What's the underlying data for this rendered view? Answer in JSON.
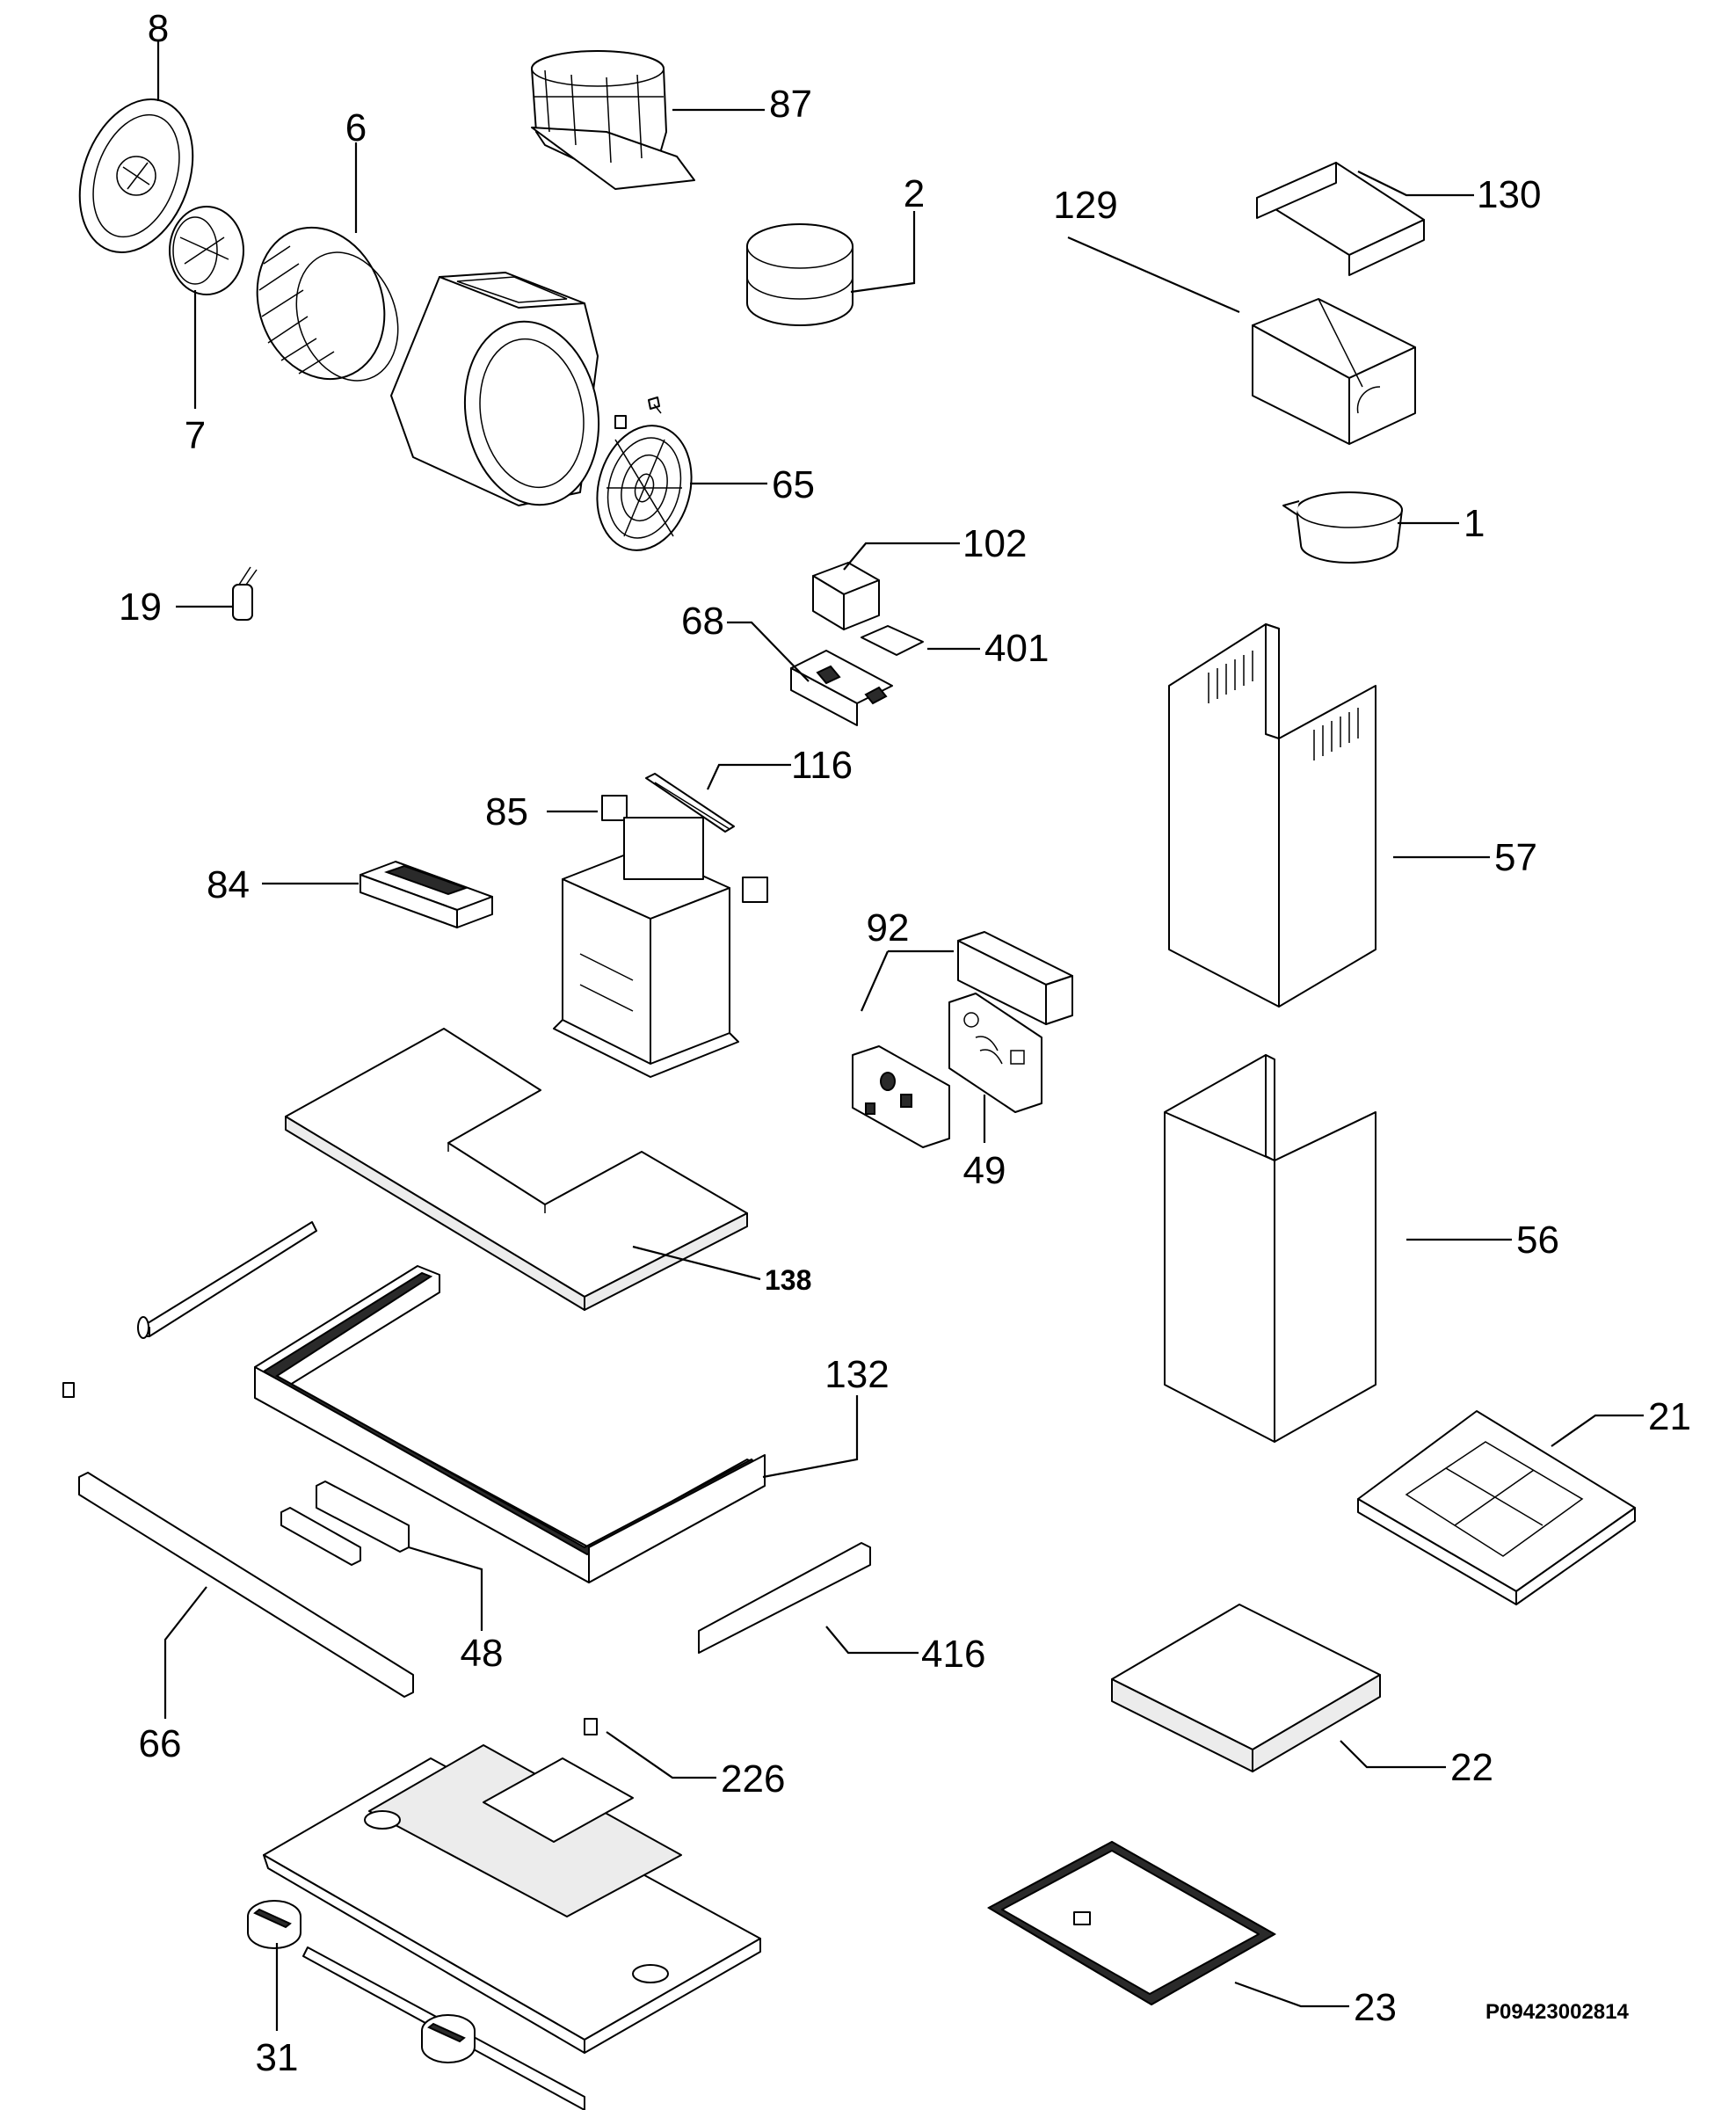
{
  "diagram": {
    "part_labels": {
      "p8": "8",
      "p6": "6",
      "p87": "87",
      "p2": "2",
      "p129": "129",
      "p130": "130",
      "p7": "7",
      "p65": "65",
      "p102": "102",
      "p1": "1",
      "p19": "19",
      "p68": "68",
      "p401": "401",
      "p116": "116",
      "p85": "85",
      "p84": "84",
      "p57": "57",
      "p92": "92",
      "p49": "49",
      "p138": "138",
      "p56": "56",
      "p132": "132",
      "p21": "21",
      "p48": "48",
      "p416": "416",
      "p66": "66",
      "p22": "22",
      "p226": "226",
      "p31": "31",
      "p23": "23"
    },
    "drawing_code": "P09423002814"
  }
}
